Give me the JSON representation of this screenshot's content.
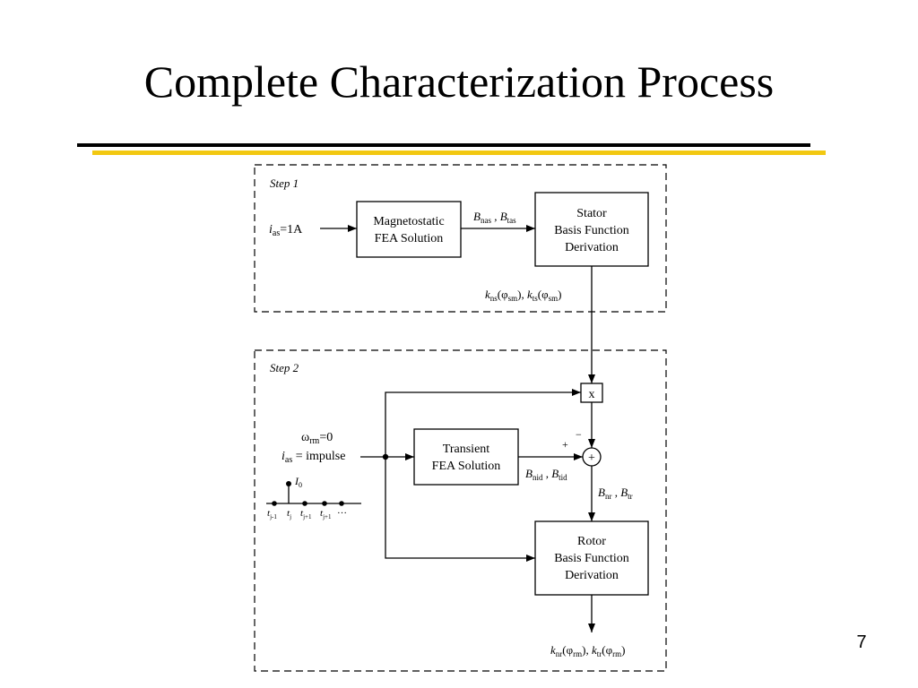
{
  "slide": {
    "title": "Complete Characterization Process",
    "page_number": "7"
  },
  "colors": {
    "title_rule": "#000000",
    "accent_rule": "#f2c811"
  },
  "diagram": {
    "step1": {
      "label": "Step 1",
      "input": {
        "var": "i",
        "sub": "as",
        "rest": "=1A"
      },
      "fea_box": [
        "Magnetostatic",
        "FEA Solution"
      ],
      "edge": {
        "v1": "B",
        "s1": "nas",
        "sep": " , ",
        "v2": "B",
        "s2": "tas"
      },
      "stator_box": [
        "Stator",
        "Basis Function",
        "Derivation"
      ],
      "output": {
        "v1": "k",
        "s1": "ns",
        "open1": "(φ",
        "ps1": "sm",
        "close1": "), ",
        "v2": "k",
        "s2": "ts",
        "open2": "(φ",
        "ps2": "sm",
        "close2": ")"
      }
    },
    "step2": {
      "label": "Step 2",
      "omega": {
        "var": "ω",
        "sub": "rm",
        "rest": "=0"
      },
      "input": {
        "var": "i",
        "sub": "as",
        "rest": " = impulse"
      },
      "impulse_label": {
        "var": "I",
        "sub": "0"
      },
      "time_labels": [
        {
          "var": "t",
          "sub": "j-1"
        },
        {
          "var": "t",
          "sub": "j"
        },
        {
          "var": "t",
          "sub": "j+1"
        },
        {
          "var": "t",
          "sub": "j+1"
        }
      ],
      "ellipsis": "…",
      "fea_box": [
        "Transient",
        "FEA Solution"
      ],
      "edge_in": {
        "v1": "B",
        "s1": "nid",
        "sep": " , ",
        "v2": "B",
        "s2": "tid"
      },
      "multiplier": "x",
      "sum_symbol": "+",
      "plus_sign": "+",
      "minus_sign": "−",
      "edge_out": {
        "v1": "B",
        "s1": "nr",
        "sep": " , ",
        "v2": "B",
        "s2": "tr"
      },
      "rotor_box": [
        "Rotor",
        "Basis Function",
        "Derivation"
      ],
      "output": {
        "v1": "k",
        "s1": "nr",
        "open1": "(φ",
        "ps1": "rm",
        "close1": "), ",
        "v2": "k",
        "s2": "tr",
        "open2": "(φ",
        "ps2": "rm",
        "close2": ")"
      }
    }
  }
}
